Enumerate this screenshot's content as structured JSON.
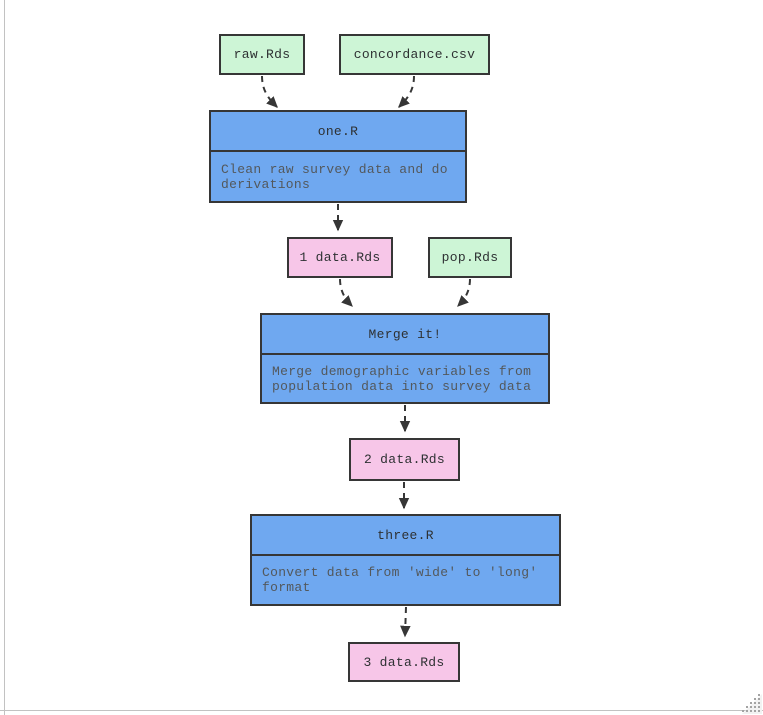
{
  "window": {
    "background": "#ffffff",
    "frame_border_color": "#c2c2c2"
  },
  "diagram": {
    "colors": {
      "input_file_fill": "#cdf5d6",
      "data_file_fill": "#f7c6e8",
      "script_fill": "#6fa8f0",
      "node_border": "#363636",
      "edge": "#363636",
      "title_text": "#2e3133",
      "desc_text": "#53585c"
    },
    "nodes": [
      {
        "label": "raw.Rds"
      },
      {
        "label": "concordance.csv"
      },
      {
        "title": "one.R",
        "desc": "Clean raw survey data and do derivations"
      },
      {
        "label": "1 data.Rds"
      },
      {
        "label": "pop.Rds"
      },
      {
        "title": "Merge it!",
        "desc": "Merge demographic variables from population data into survey data"
      },
      {
        "label": "2 data.Rds"
      },
      {
        "title": "three.R",
        "desc": "Convert data from 'wide' to 'long' format"
      },
      {
        "label": "3 data.Rds"
      }
    ]
  }
}
